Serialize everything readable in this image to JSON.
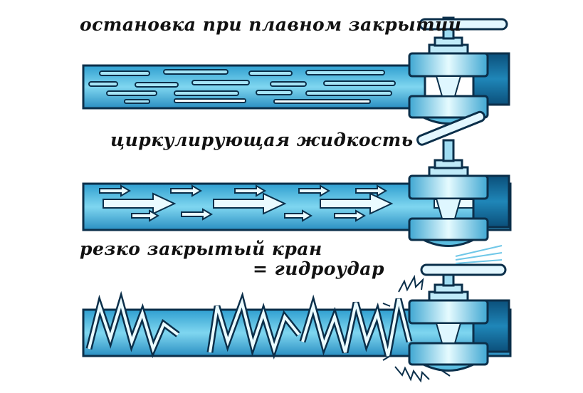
{
  "labels": {
    "smooth_close": "остановка при плавном закрытии",
    "circulating": "циркулирующая жидкость",
    "sharp_close": "резко закрытый кран",
    "water_hammer": "= гидроудар"
  },
  "colors": {
    "pipe_light": "#7fd3ee",
    "pipe_mid": "#3aa9d6",
    "pipe_dark": "#0e5f8e",
    "outline": "#0b2f4a",
    "highlight": "#e8fbff"
  }
}
